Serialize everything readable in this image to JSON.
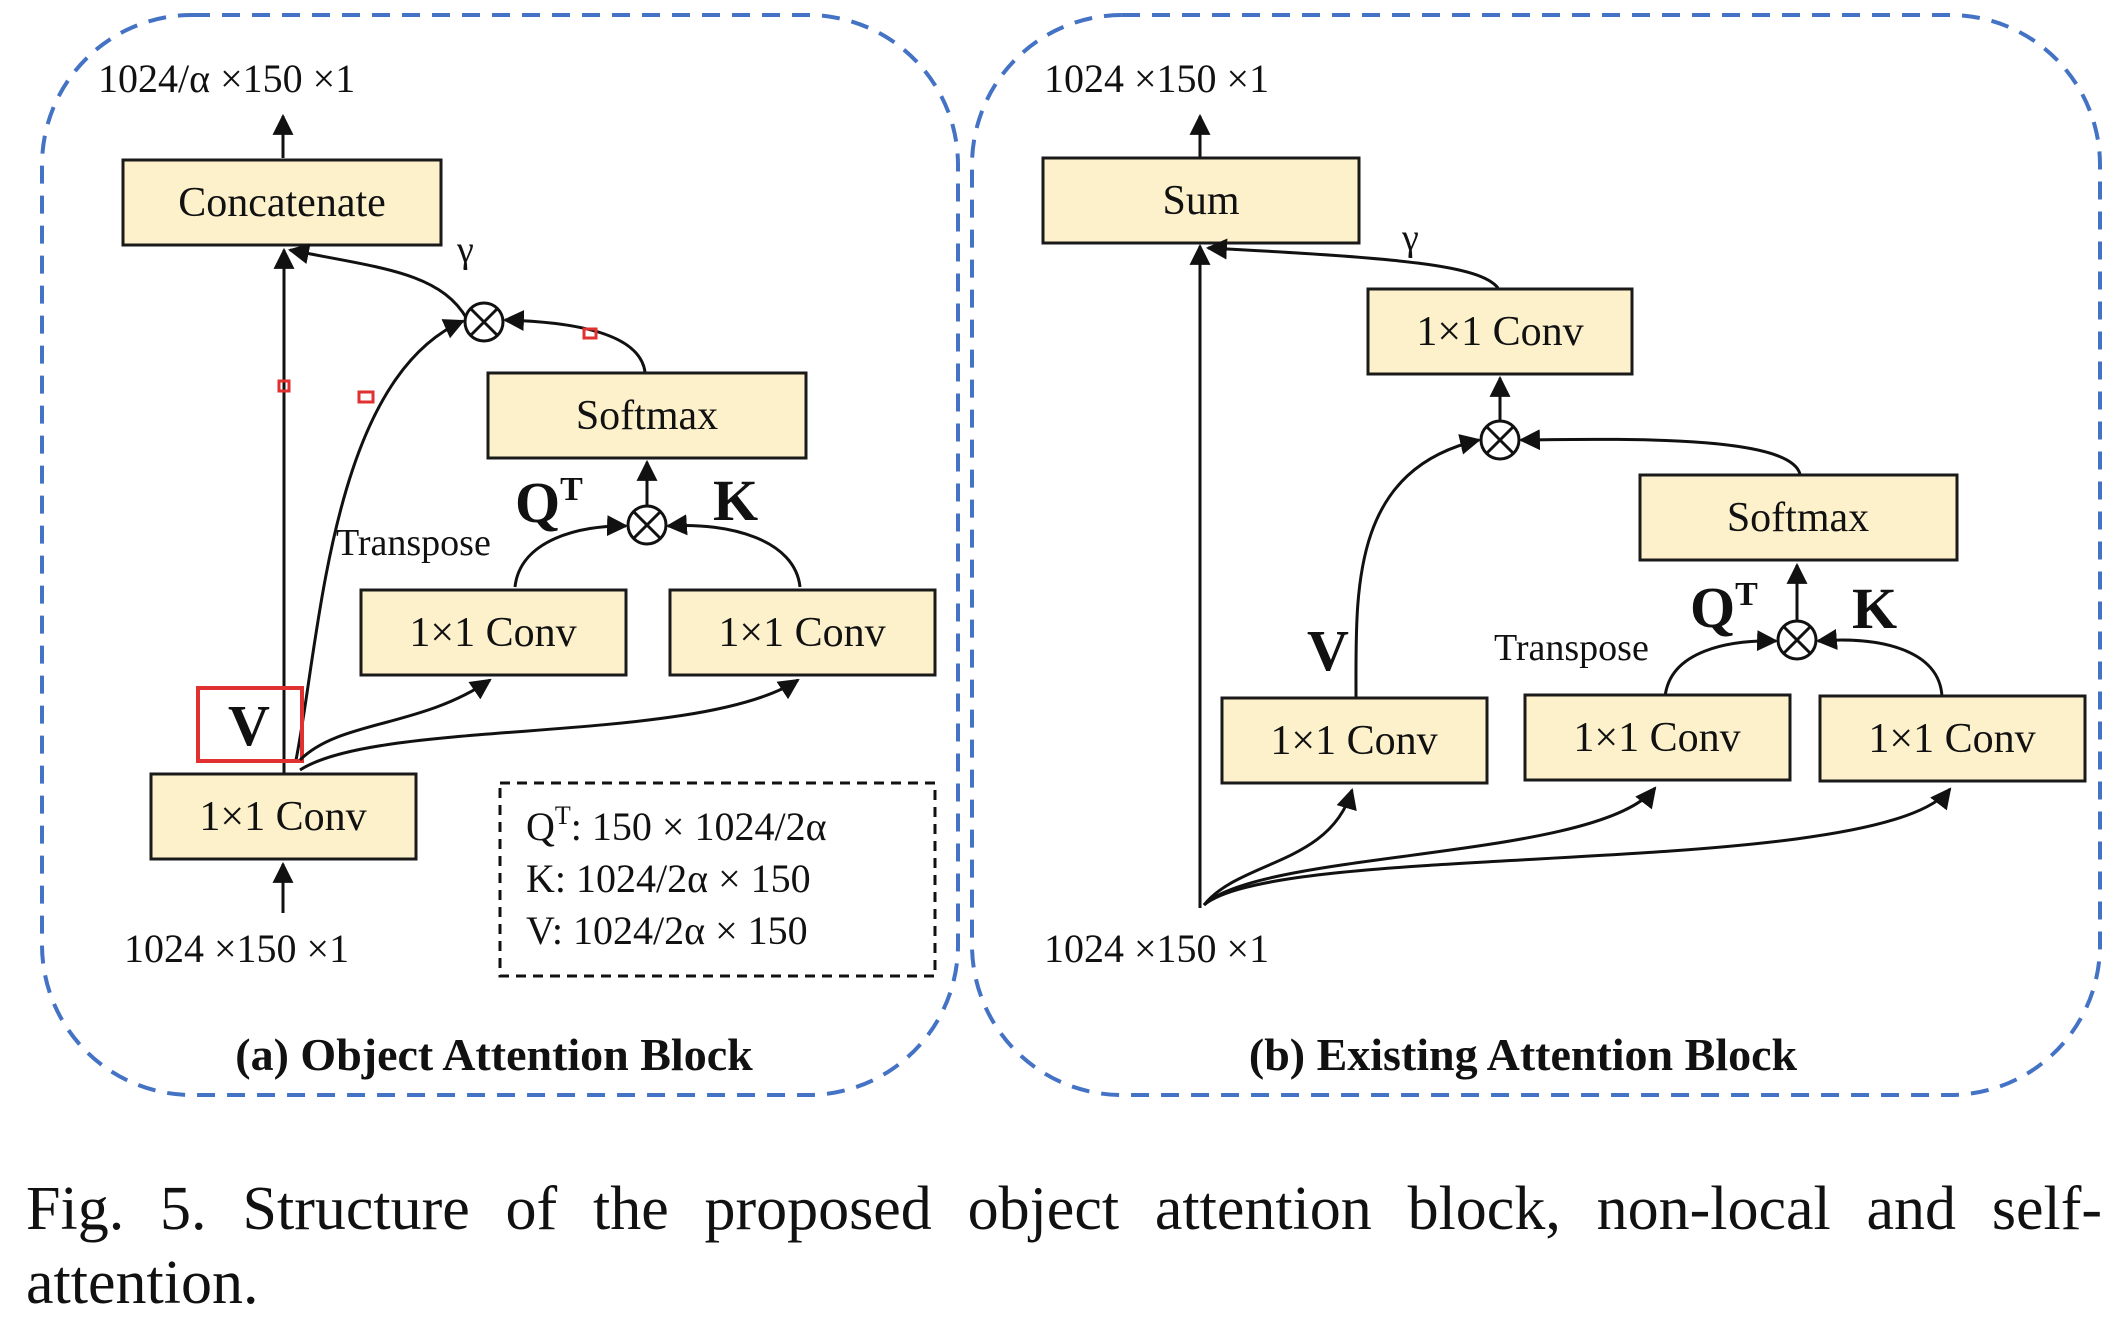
{
  "panel_a": {
    "title": "(a) Object Attention Block",
    "output_dim": "1024/α ×150 ×1",
    "input_dim": "1024 ×150 ×1",
    "concat_label": "Concatenate",
    "softmax_label": "Softmax",
    "conv_q_label": "1×1 Conv",
    "conv_k_label": "1×1 Conv",
    "conv_v_label": "1×1 Conv",
    "gamma": "γ",
    "transpose": "Transpose",
    "q": "Q",
    "q_sup": "T",
    "k": "K",
    "v": "V",
    "legend": {
      "q_prefix": "Q",
      "q_sup": "T",
      "q_rest": ": 150 × 1024/2α",
      "k_line": "K: 1024/2α × 150",
      "v_line": "V: 1024/2α × 150"
    },
    "highlight_color": "#e03030"
  },
  "panel_b": {
    "title": "(b) Existing Attention Block",
    "output_dim": "1024 ×150 ×1",
    "input_dim": "1024 ×150 ×1",
    "sum_label": "Sum",
    "conv_out_label": "1×1 Conv",
    "softmax_label": "Softmax",
    "conv_v_label": "1×1 Conv",
    "conv_q_label": "1×1 Conv",
    "conv_k_label": "1×1 Conv",
    "gamma": "γ",
    "transpose": "Transpose",
    "q": "Q",
    "q_sup": "T",
    "k": "K",
    "v": "V"
  },
  "caption": {
    "number": "Fig. 5.",
    "text": "Structure of the proposed object attention block, non-local and self-attention."
  },
  "colors": {
    "box_fill": "#fdf1cc",
    "panel_border": "#4472c4"
  }
}
